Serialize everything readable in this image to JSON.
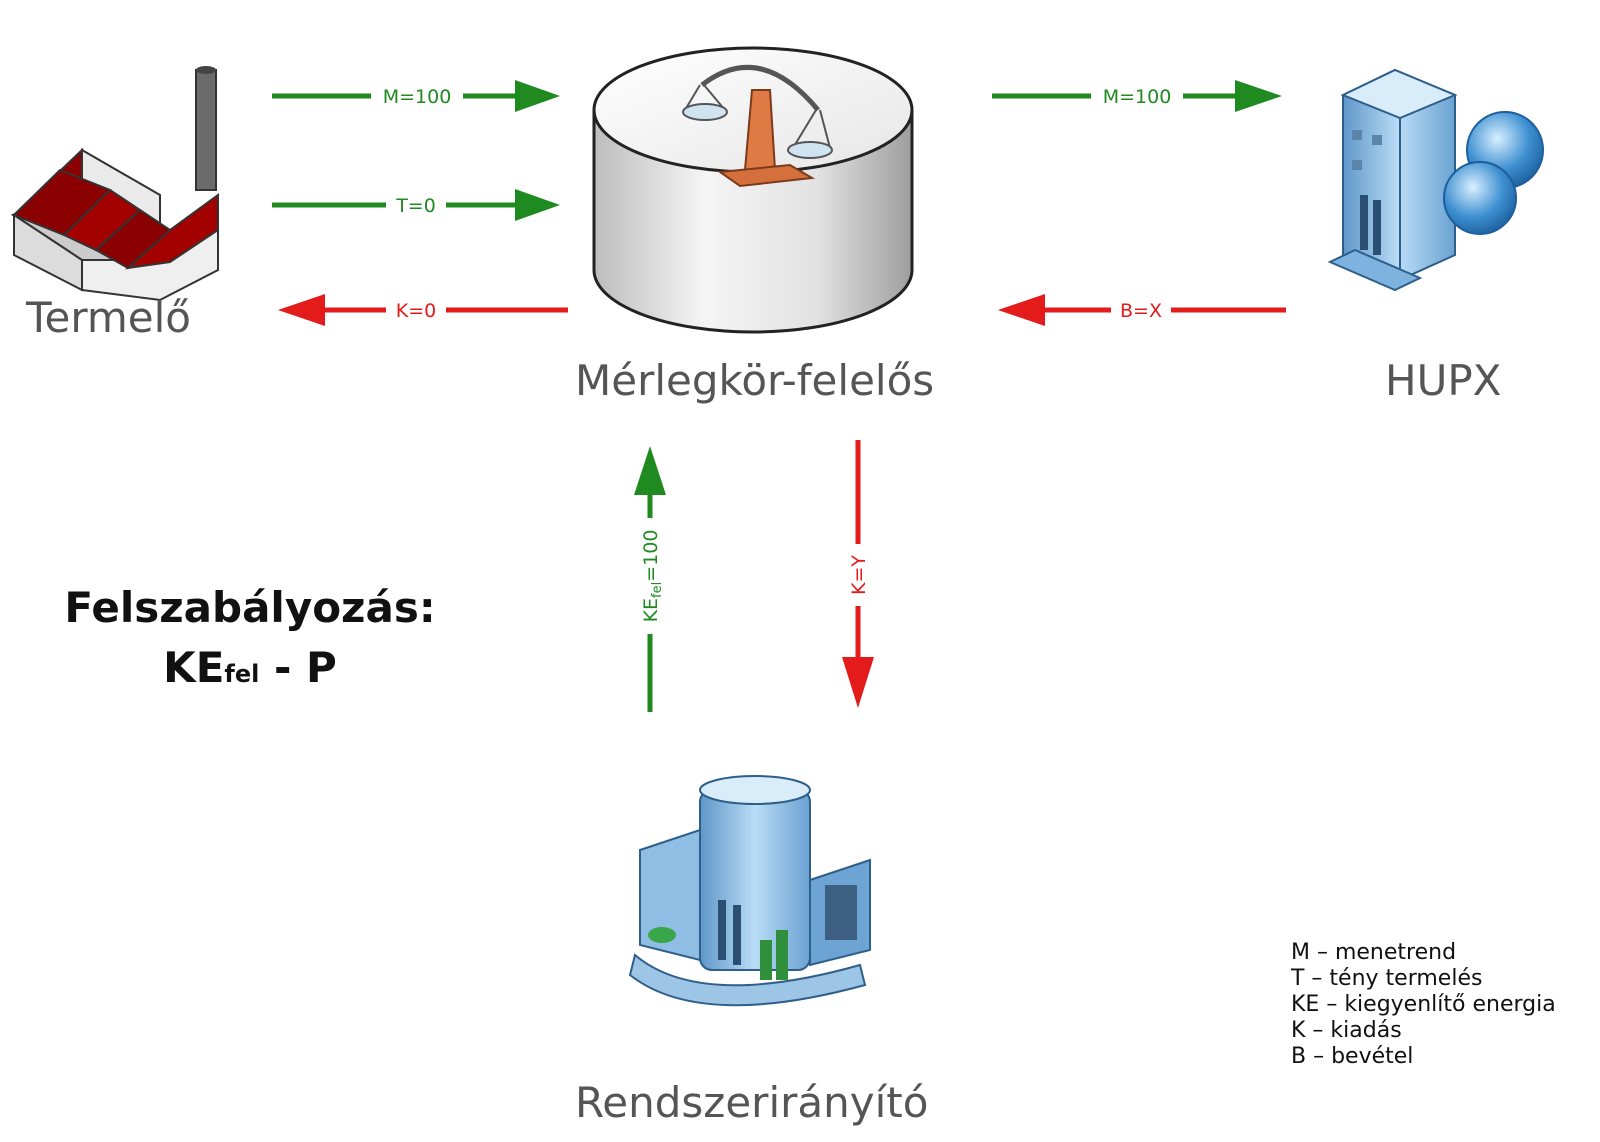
{
  "nodes": {
    "producer": "Termelő",
    "balance_responsible": "Mérlegkör-felelős",
    "exchange": "HUPX",
    "system_operator": "Rendszerirányító"
  },
  "flows": {
    "schedule_in": "M=100",
    "actual_production": "T=0",
    "cost_to_producer": "K=0",
    "schedule_out": "M=100",
    "revenue_from_exchange": "B=X",
    "balancing_energy_main": "KE",
    "balancing_energy_sub": "fel",
    "balancing_energy_value": "=100",
    "cost_to_operator": "K=Y"
  },
  "regulation": {
    "title": "Felszabályozás:",
    "formula_main": "KE",
    "formula_sub": "fel",
    "formula_tail": " - P"
  },
  "legend": [
    "M – menetrend",
    "T – tény termelés",
    "KE – kiegyenlítő energia",
    "K – kiadás",
    "B – bevétel"
  ],
  "colors": {
    "green": "#1f8a1f",
    "red": "#e31b1b",
    "factory_roof": "#8b0000",
    "building_blue": "#7fb3df"
  }
}
